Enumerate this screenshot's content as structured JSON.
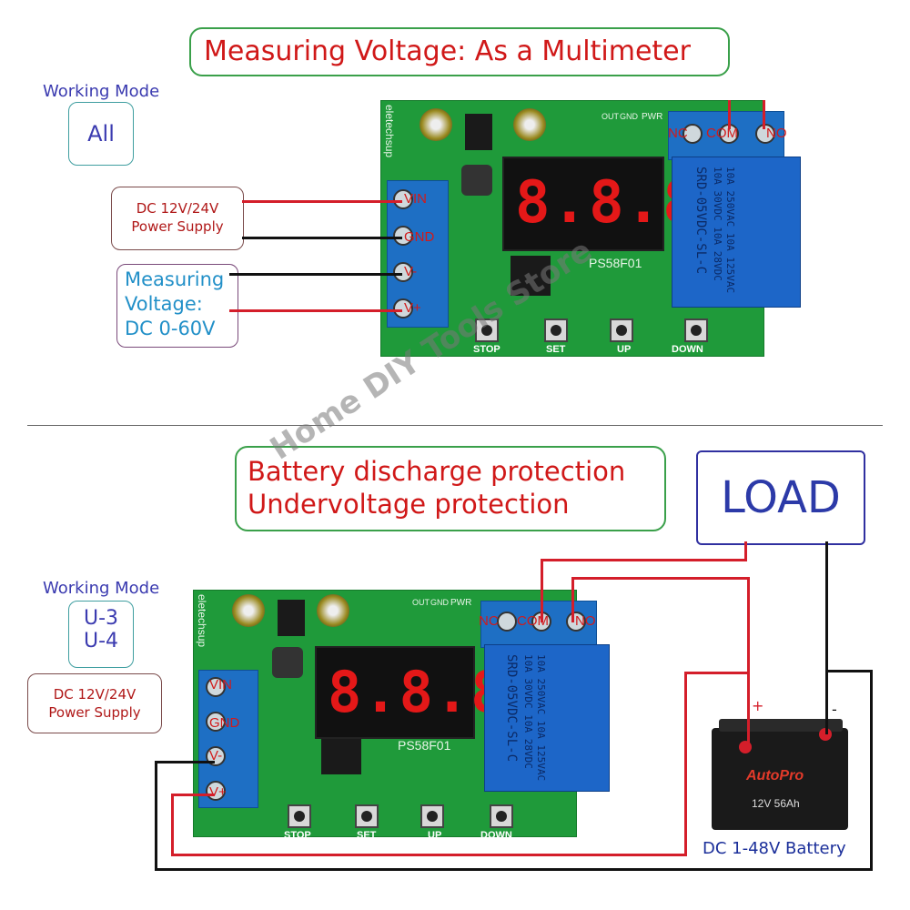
{
  "top": {
    "title": "Measuring Voltage: As a Multimeter",
    "mode_label": "Working Mode",
    "mode_value": "All",
    "power_supply_line1": "DC 12V/24V",
    "power_supply_line2": "Power Supply",
    "measuring_line1": "Measuring",
    "measuring_line2": "Voltage:",
    "measuring_line3": "DC 0-60V"
  },
  "bottom": {
    "title_line1": "Battery discharge protection",
    "title_line2": "Undervoltage protection",
    "mode_label": "Working Mode",
    "mode_value1": "U-3",
    "mode_value2": "U-4",
    "power_supply_line1": "DC 12V/24V",
    "power_supply_line2": "Power Supply",
    "load": "LOAD",
    "battery_label": "DC 1-48V Battery",
    "plus": "+",
    "minus": "-"
  },
  "board": {
    "brand": "eletechsup",
    "model": "PS58F01",
    "display": "8.8.8",
    "pins": [
      "VIN",
      "GND",
      "V-",
      "V+"
    ],
    "relay_pins": [
      "NC",
      "COM",
      "NO"
    ],
    "relay_text_1": "10A 250VAC  10A 125VAC",
    "relay_text_2": "10A 30VDC   10A 28VDC",
    "relay_text_3": "SRD-05VDC-SL-C",
    "buttons": [
      "STOP",
      "SET",
      "UP",
      "DOWN"
    ],
    "top_silk": [
      "OUT",
      "GND",
      "PWR"
    ]
  },
  "battery_brand": "AutoPro",
  "battery_spec": "12V 56Ah",
  "watermark": "Home DIY Tools Store",
  "colors": {
    "pcb": "#1f9a3a",
    "terminal": "#1e6fc4",
    "wire_red": "#d41e2a",
    "wire_black": "#111111",
    "title_border": "#3aa04a"
  }
}
